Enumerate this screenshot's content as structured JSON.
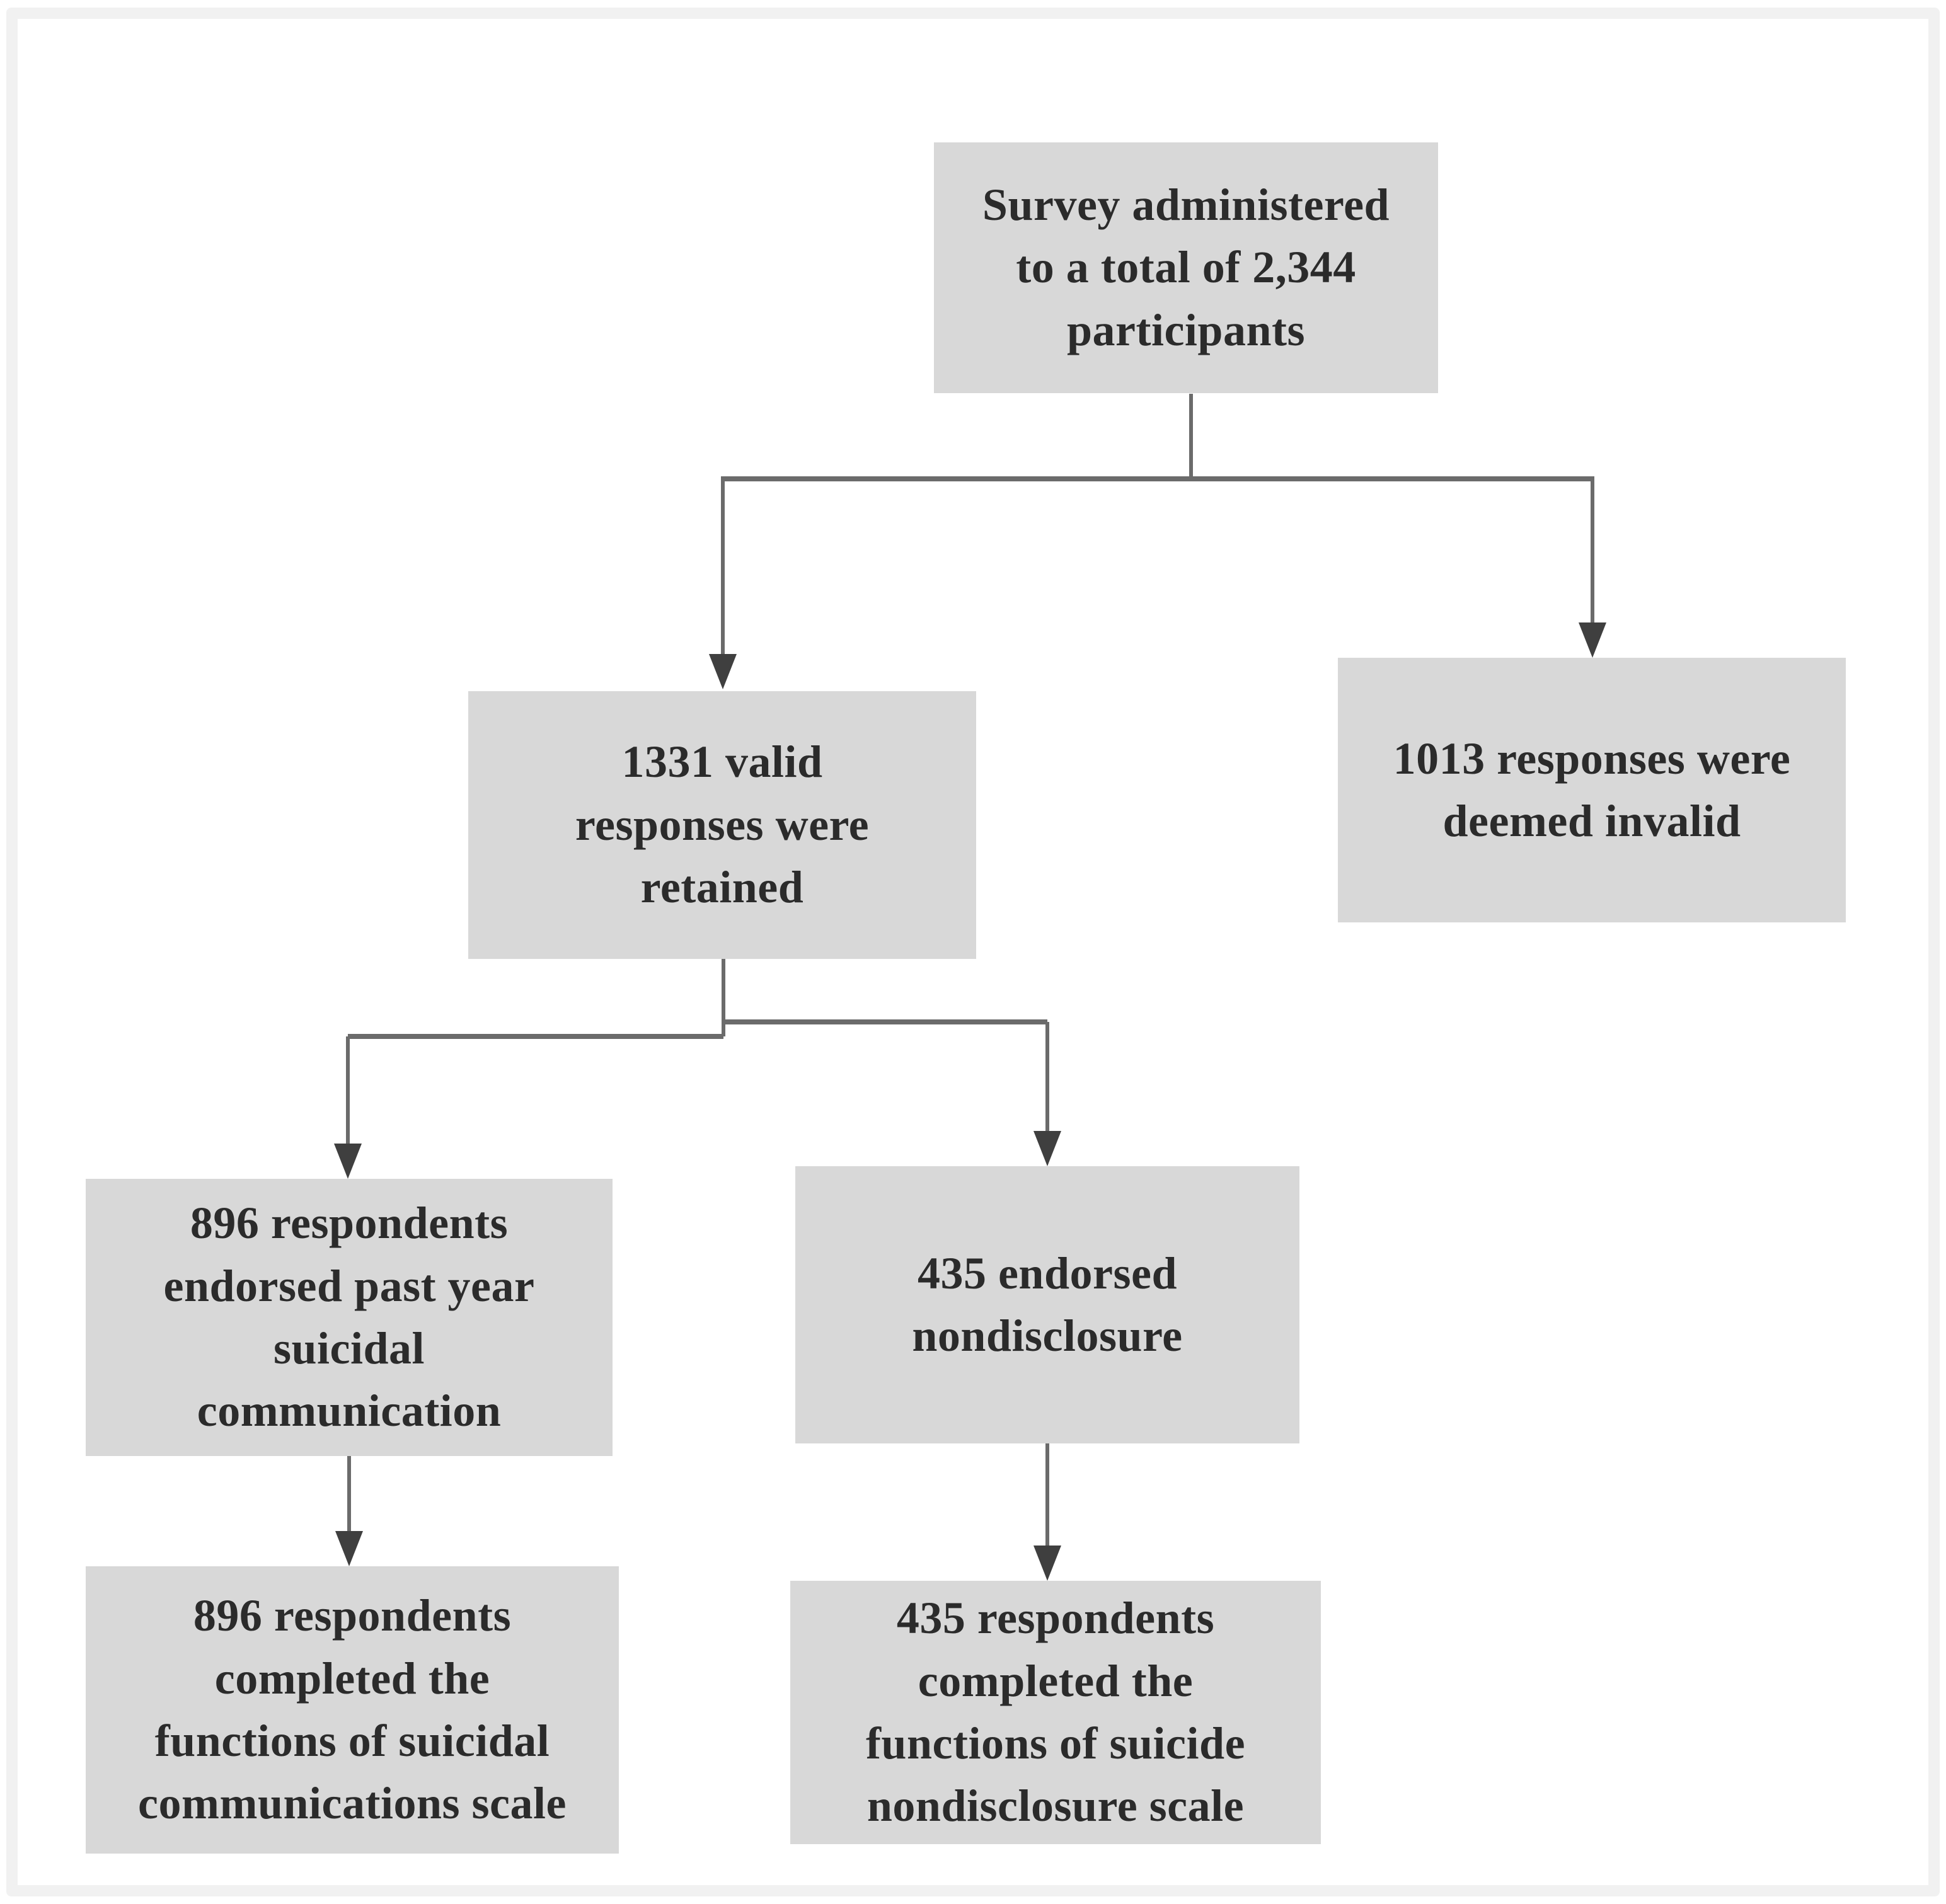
{
  "figure": {
    "type": "flowchart",
    "boxes": {
      "total": {
        "id": "total",
        "lines": [
          "Survey administered",
          "to a total of 2,344",
          "participants"
        ]
      },
      "valid": {
        "id": "valid",
        "lines": [
          "1331 valid",
          "responses were",
          "retained"
        ]
      },
      "invalid": {
        "id": "invalid",
        "lines": [
          "1013 responses were",
          "deemed invalid"
        ]
      },
      "endorsed_communication": {
        "id": "endorsed_communication",
        "lines": [
          "896 respondents",
          "endorsed past year",
          "suicidal",
          "communication"
        ]
      },
      "endorsed_nondisclosure": {
        "id": "endorsed_nondisclosure",
        "lines": [
          "435 endorsed",
          "nondisclosure"
        ]
      },
      "completed_communications_scale": {
        "id": "completed_communications_scale",
        "lines": [
          "896 respondents",
          "completed the",
          "functions of suicidal",
          "communications scale"
        ]
      },
      "completed_nondisclosure_scale": {
        "id": "completed_nondisclosure_scale",
        "lines": [
          "435 respondents",
          "completed the",
          "functions of suicide",
          "nondisclosure scale"
        ]
      }
    },
    "edges": [
      {
        "from": "total",
        "to": "valid"
      },
      {
        "from": "total",
        "to": "invalid"
      },
      {
        "from": "valid",
        "to": "endorsed_communication"
      },
      {
        "from": "valid",
        "to": "endorsed_nondisclosure"
      },
      {
        "from": "endorsed_communication",
        "to": "completed_communications_scale"
      },
      {
        "from": "endorsed_nondisclosure",
        "to": "completed_nondisclosure_scale"
      }
    ],
    "colors": {
      "background": "#ffffff",
      "frame_border": "#f1f1f1",
      "box_fill": "#d8d8d8",
      "text": "#2b2b2b",
      "connector_line": "#6b6b6b",
      "arrowhead": "#3f3f3f"
    }
  }
}
